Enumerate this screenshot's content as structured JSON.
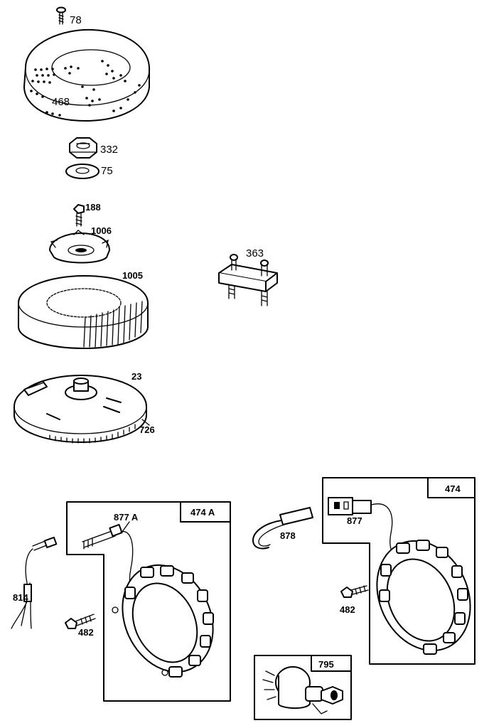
{
  "parts": {
    "p78": "78",
    "p468": "468",
    "p332": "332",
    "p75": "75",
    "p188": "188",
    "p1006": "1006",
    "p1005": "1005",
    "p363": "363",
    "p23": "23",
    "p726": "726",
    "p474a": "474 A",
    "p877a": "877 A",
    "p814": "814",
    "p482_left": "482",
    "p474": "474",
    "p878": "878",
    "p877": "877",
    "p482_right": "482",
    "p795": "795"
  }
}
